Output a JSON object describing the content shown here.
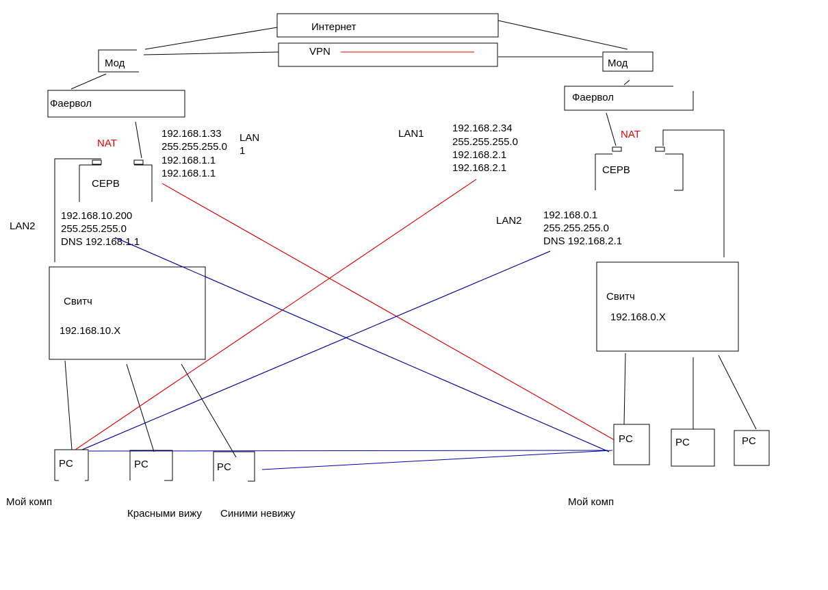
{
  "internet_label": "Интернет",
  "vpn_label": "VPN",
  "left": {
    "modem_label": "Мод",
    "firewall_label": "Фаервол",
    "nat_label": "NAT",
    "server_label": "СЕРВ",
    "lan1_label_line1": "LAN",
    "lan1_label_line2": "1",
    "wan_config": [
      "192.168.1.33",
      "255.255.255.0",
      "192.168.1.1",
      "192.168.1.1"
    ],
    "lan2_label": "LAN2",
    "lan2_config": [
      "192.168.10.200",
      "255.255.255.0",
      "DNS 192.168.1.1"
    ],
    "switch_label": "Свитч",
    "switch_subnet": "192.168.10.X",
    "pc_labels": [
      "PC",
      "PC",
      "PC"
    ],
    "my_pc_label": "Мой комп"
  },
  "right": {
    "modem_label": "Мод",
    "firewall_label": "Фаервол",
    "nat_label": "NAT",
    "server_label": "СЕРВ",
    "lan1_label": "LAN1",
    "wan_config": [
      "192.168.2.34",
      "255.255.255.0",
      "192.168.2.1",
      "192.168.2.1"
    ],
    "lan2_label": "LAN2",
    "lan2_config": [
      "192.168.0.1",
      "255.255.255.0",
      "DNS 192.168.2.1"
    ],
    "switch_label": "Свитч",
    "switch_subnet": "192.168.0.X",
    "pc_labels": [
      "PC",
      "PC",
      "PC"
    ],
    "my_pc_label": "Мой комп"
  },
  "legend_red": "Красными вижу",
  "legend_blue": "Синими невижу",
  "colors": {
    "visible_link": "#e00000",
    "invisible_link": "#0000a0",
    "nat": "#e00000"
  }
}
